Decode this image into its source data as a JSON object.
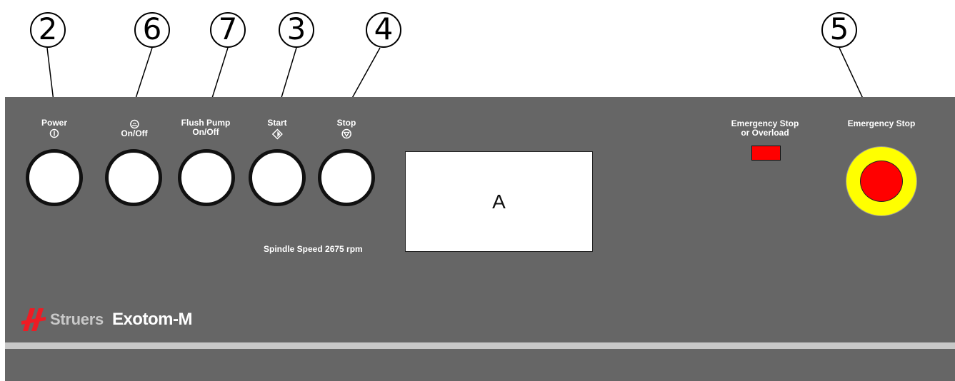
{
  "callouts": [
    "2",
    "6",
    "7",
    "3",
    "4",
    "5"
  ],
  "labels": {
    "power": {
      "line1": "Power",
      "icon": "power-symbol-icon"
    },
    "coolant": {
      "icon": "coolant-pump-icon",
      "line2": "On/Off"
    },
    "flush_pump": {
      "line1": "Flush Pump",
      "line2": "On/Off"
    },
    "start": {
      "line1": "Start",
      "icon": "start-diamond-icon"
    },
    "stop": {
      "line1": "Stop",
      "icon": "stop-circle-icon"
    },
    "estop_indicator": {
      "line1": "Emergency Stop",
      "line2": "or Overload"
    },
    "estop": {
      "line1": "Emergency Stop"
    }
  },
  "display": {
    "text": "A"
  },
  "spindle_speed": "Spindle Speed 2675 rpm",
  "brand": {
    "name": "Struers",
    "model": "Exotom-M"
  },
  "colors": {
    "panel": "#666666",
    "stripe": "#c8c8c8",
    "indicator": "#ff0000",
    "estop_ring": "#ffff00",
    "estop_button": "#ff0000",
    "logo": "#ee1c24"
  }
}
